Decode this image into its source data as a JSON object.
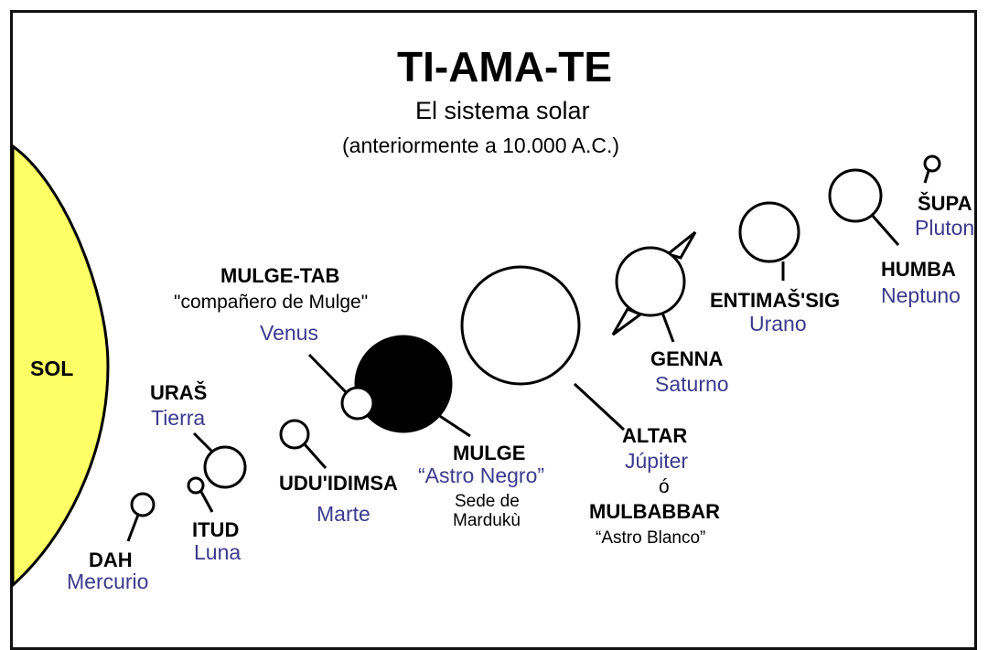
{
  "title": "TI-AMA-TE",
  "subtitle": "El sistema solar",
  "subtitle2": "(anteriormente a 10.000 A.C.)",
  "sun_label": "SOL",
  "colors": {
    "sun": "#ffff66",
    "modern_name": "#3b3a8e",
    "ink": "#000000"
  },
  "bodies": {
    "dah": {
      "name": "DAH",
      "modern": "Mercurio"
    },
    "itud": {
      "name": "ITUD",
      "modern": "Luna"
    },
    "uras": {
      "name": "URAŠ",
      "modern": "Tierra"
    },
    "uduidimsa": {
      "name": "UDU'IDIMSA",
      "modern": "Marte"
    },
    "mulgetab": {
      "name": "MULGE-TAB",
      "note": "\"compañero de Mulge\"",
      "modern": "Venus"
    },
    "mulge": {
      "name": "MULGE",
      "modern": "“Astro Negro”",
      "note1": "Sede de",
      "note2": "Mardukù"
    },
    "altar": {
      "name": "ALTAR",
      "modern": "Júpiter",
      "conj": "ó",
      "alt_name": "MULBABBAR",
      "alt_note": "“Astro Blanco”"
    },
    "genna": {
      "name": "GENNA",
      "modern": "Saturno"
    },
    "entimassig": {
      "name": "ENTIMAŠ'SIG",
      "modern": "Urano"
    },
    "humba": {
      "name": "HUMBA",
      "modern": "Neptuno"
    },
    "supa": {
      "name": "ŠUPA",
      "modern": "Pluton"
    }
  }
}
